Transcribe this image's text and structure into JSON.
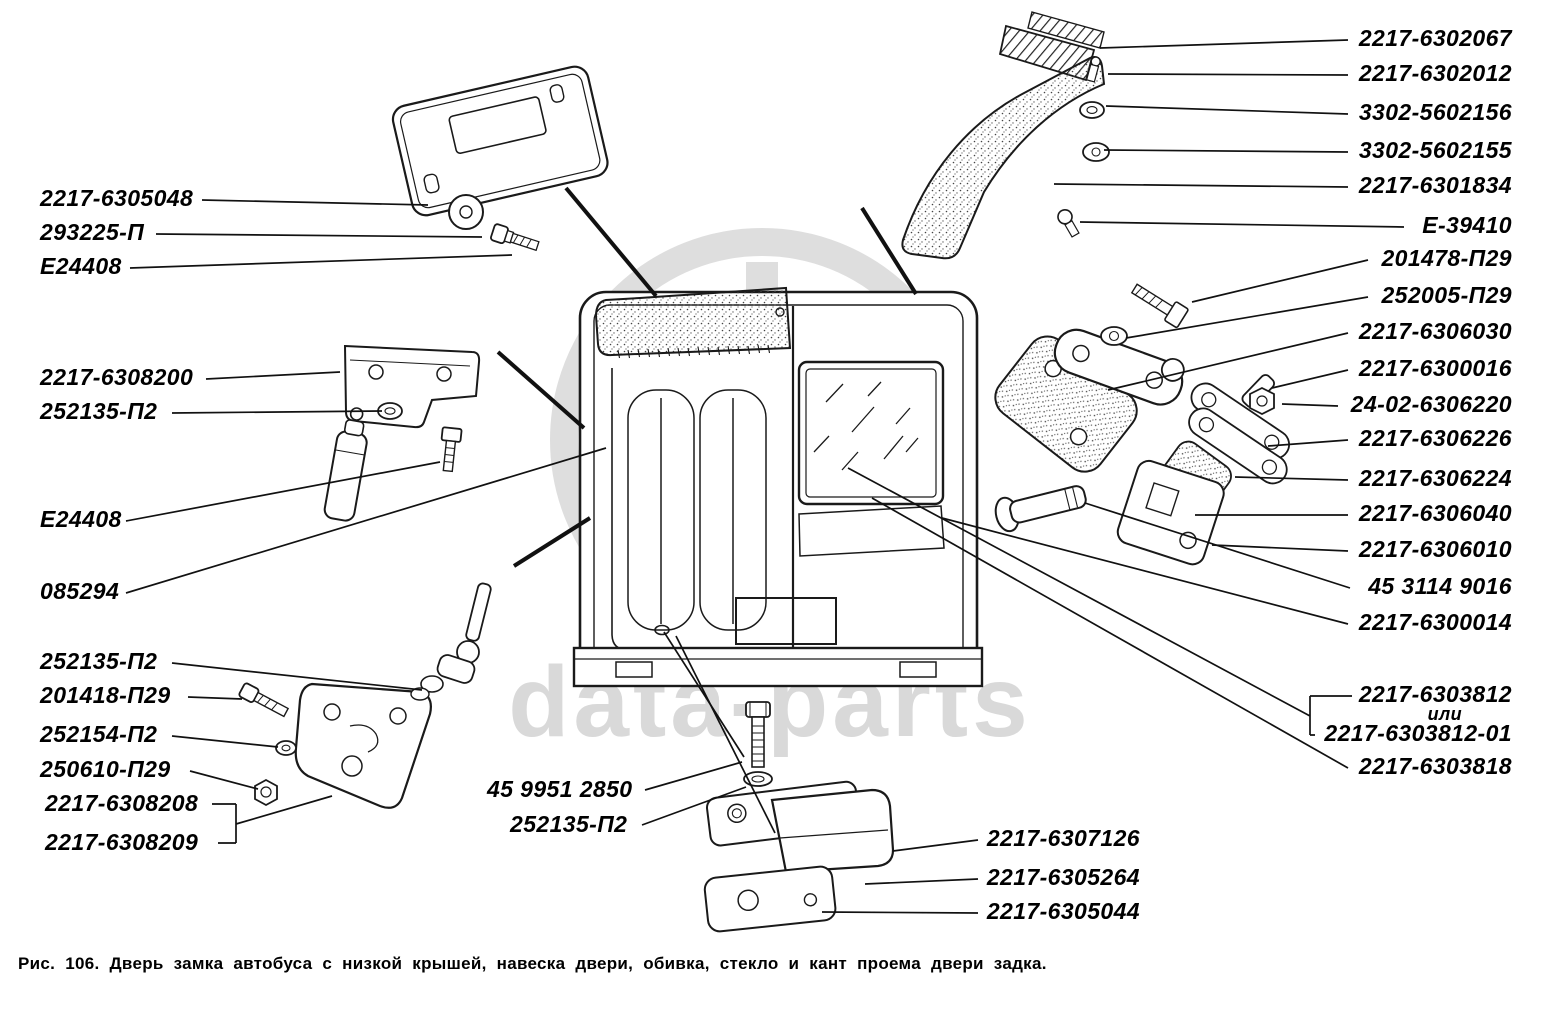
{
  "figure": {
    "watermark": "data-parts",
    "caption": "Рис. 106.  Дверь замка автобуса с низкой крышей, навеска двери, обивка, стекло и кант проема двери задка."
  },
  "labels": {
    "left": [
      {
        "text": "2217-6305048"
      },
      {
        "text": "293225-П"
      },
      {
        "text": "Е24408"
      },
      {
        "text": "2217-6308200"
      },
      {
        "text": "252135-П2"
      },
      {
        "text": "Е24408"
      },
      {
        "text": "085294"
      },
      {
        "text": "252135-П2"
      },
      {
        "text": "201418-П29"
      },
      {
        "text": "252154-П2"
      },
      {
        "text": "250610-П29"
      },
      {
        "text": "2217-6308208"
      },
      {
        "text": "2217-6308209"
      }
    ],
    "center": [
      {
        "text": "45 9951 2850"
      },
      {
        "text": "252135-П2"
      }
    ],
    "right": [
      {
        "text": "2217-6302067"
      },
      {
        "text": "2217-6302012"
      },
      {
        "text": "3302-5602156"
      },
      {
        "text": "3302-5602155"
      },
      {
        "text": "2217-6301834"
      },
      {
        "text": "Е-39410"
      },
      {
        "text": "201478-П29"
      },
      {
        "text": "252005-П29"
      },
      {
        "text": "2217-6306030"
      },
      {
        "text": "2217-6300016"
      },
      {
        "text": "24-02-6306220"
      },
      {
        "text": "2217-6306226"
      },
      {
        "text": "2217-6306224"
      },
      {
        "text": "2217-6306040"
      },
      {
        "text": "2217-6306010"
      },
      {
        "text": "45 3114 9016"
      },
      {
        "text": "2217-6300014"
      },
      {
        "text": "2217-6303812"
      },
      {
        "text": "или"
      },
      {
        "text": "2217-6303812-01"
      },
      {
        "text": "2217-6303818"
      },
      {
        "text": "2217-6307126"
      },
      {
        "text": "2217-6305264"
      },
      {
        "text": "2217-6305044"
      }
    ]
  }
}
